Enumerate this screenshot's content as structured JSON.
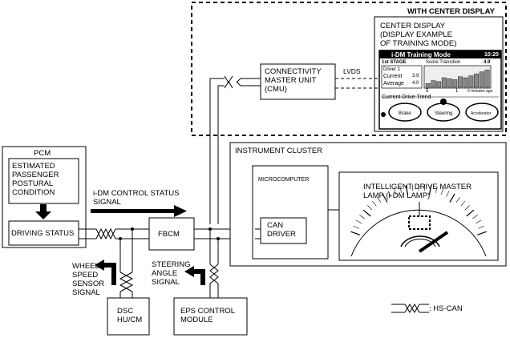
{
  "with_center_display": "WITH CENTER DISPLAY",
  "center_display": {
    "caption": "CENTER DISPLAY\n(DISPLAY EXAMPLE\nOF TRAINING MODE)",
    "screen": {
      "title": "i-DM Training Mode",
      "time": "10:20",
      "stage": "1st STAGE",
      "driver": "Driver 1",
      "current_label": "Current",
      "current_value": "3.9",
      "average_label": "Average",
      "average_value": "4.0",
      "score_transition": "Score Transition",
      "score_value": "4.9",
      "axis_left": "5",
      "axis_mid": "1",
      "axis_right": "0 minutes ago",
      "trend_label": "Current Drive Trend",
      "brake": "Brake",
      "steering": "Steering",
      "accelerator": "Accelerator",
      "bar_levels": [
        0.2,
        0.35,
        0.3,
        0.5,
        0.45,
        0.4,
        0.55,
        0.5,
        0.6,
        0.7,
        0.8,
        0.9
      ]
    }
  },
  "cmu": "CONNECTIVITY\nMASTER UNIT\n(CMU)",
  "lvds": "LVDS",
  "pcm": {
    "title": "PCM",
    "estimated": "ESTIMATED\nPASSENGER\nPOSTURAL\nCONDITION",
    "driving_status": "DRIVING STATUS"
  },
  "idm_signal": "i-DM CONTROL STATUS\nSIGNAL",
  "fbcm": "FBCM",
  "instrument_cluster": "INSTRUMENT CLUSTER",
  "microcomputer": "MICROCOMPUTER",
  "can_driver": "CAN\nDRIVER",
  "idm_lamp": "INTELLIGENT DRIVE MASTER\nLAMP (i-DM LAMP)",
  "wheel_speed": "WHEEL\nSPEED\nSENSOR\nSIGNAL",
  "steering_angle": "STEERING\nANGLE\nSIGNAL",
  "dsc": "DSC\nHU/CM",
  "eps": "EPS CONTROL\nMODULE",
  "legend": ": HS-CAN"
}
